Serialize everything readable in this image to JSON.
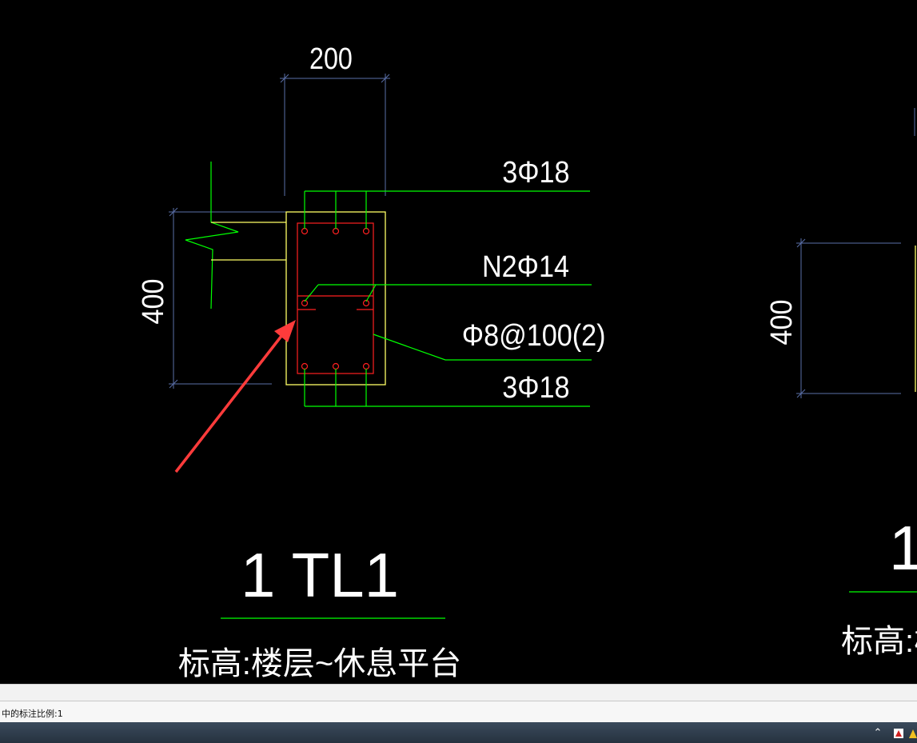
{
  "drawing": {
    "left_detail": {
      "width_dim": "200",
      "height_dim": "400",
      "top_bar_callout": "3Φ18",
      "side_bar_callout": "N2Φ14",
      "stirrup_callout": "Φ8@100(2)",
      "bottom_bar_callout": "3Φ18",
      "section_title": "1 TL1",
      "elevation_note": "标高:楼层~休息平台"
    },
    "right_detail": {
      "height_dim": "400",
      "section_title_partial": "1",
      "elevation_note_partial": "标高:楼"
    },
    "colors": {
      "background": "#000000",
      "dimension": "#5a6fa8",
      "rebar_callout": "#00ff00",
      "concrete_outline": "#ffff66",
      "stirrup": "#ff2020",
      "text": "#ffffff",
      "annotation_arrow": "#ff3b3b"
    }
  },
  "command_line": {
    "text": "中的标注比例:1"
  },
  "taskbar": {
    "tray_chevron": "chevron-up-icon"
  }
}
